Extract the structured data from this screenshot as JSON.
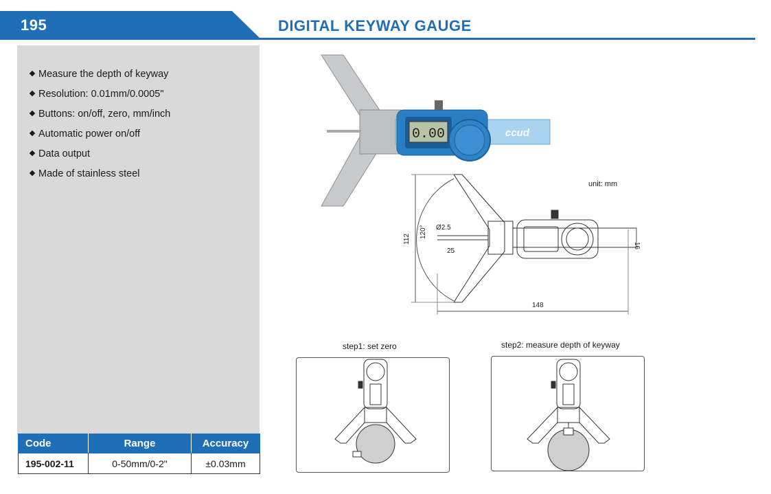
{
  "header": {
    "code": "195",
    "title": "DIGITAL KEYWAY GAUGE",
    "accent_color": "#1f6fb8"
  },
  "features": [
    "Measure the depth of keyway",
    "Resolution: 0.01mm/0.0005\"",
    "Buttons: on/off, zero, mm/inch",
    "Automatic power on/off",
    "Data output",
    "Made of stainless steel"
  ],
  "spec_table": {
    "headers": [
      "Code",
      "Range",
      "Accuracy"
    ],
    "rows": [
      [
        "195-002-11",
        "0-50mm/0-2\"",
        "±0.03mm"
      ]
    ]
  },
  "product_photo": {
    "display_reading": "0.00",
    "brand": "ccud"
  },
  "drawing": {
    "unit_label": "unit: mm",
    "dim_height": "112",
    "dim_angle": "120°",
    "dim_pin_dia": "Ø2.5",
    "dim_pin_len": "25",
    "dim_length": "148",
    "dim_bar": "16"
  },
  "steps": [
    {
      "label": "step1: set zero"
    },
    {
      "label": "step2: measure depth of keyway"
    }
  ]
}
